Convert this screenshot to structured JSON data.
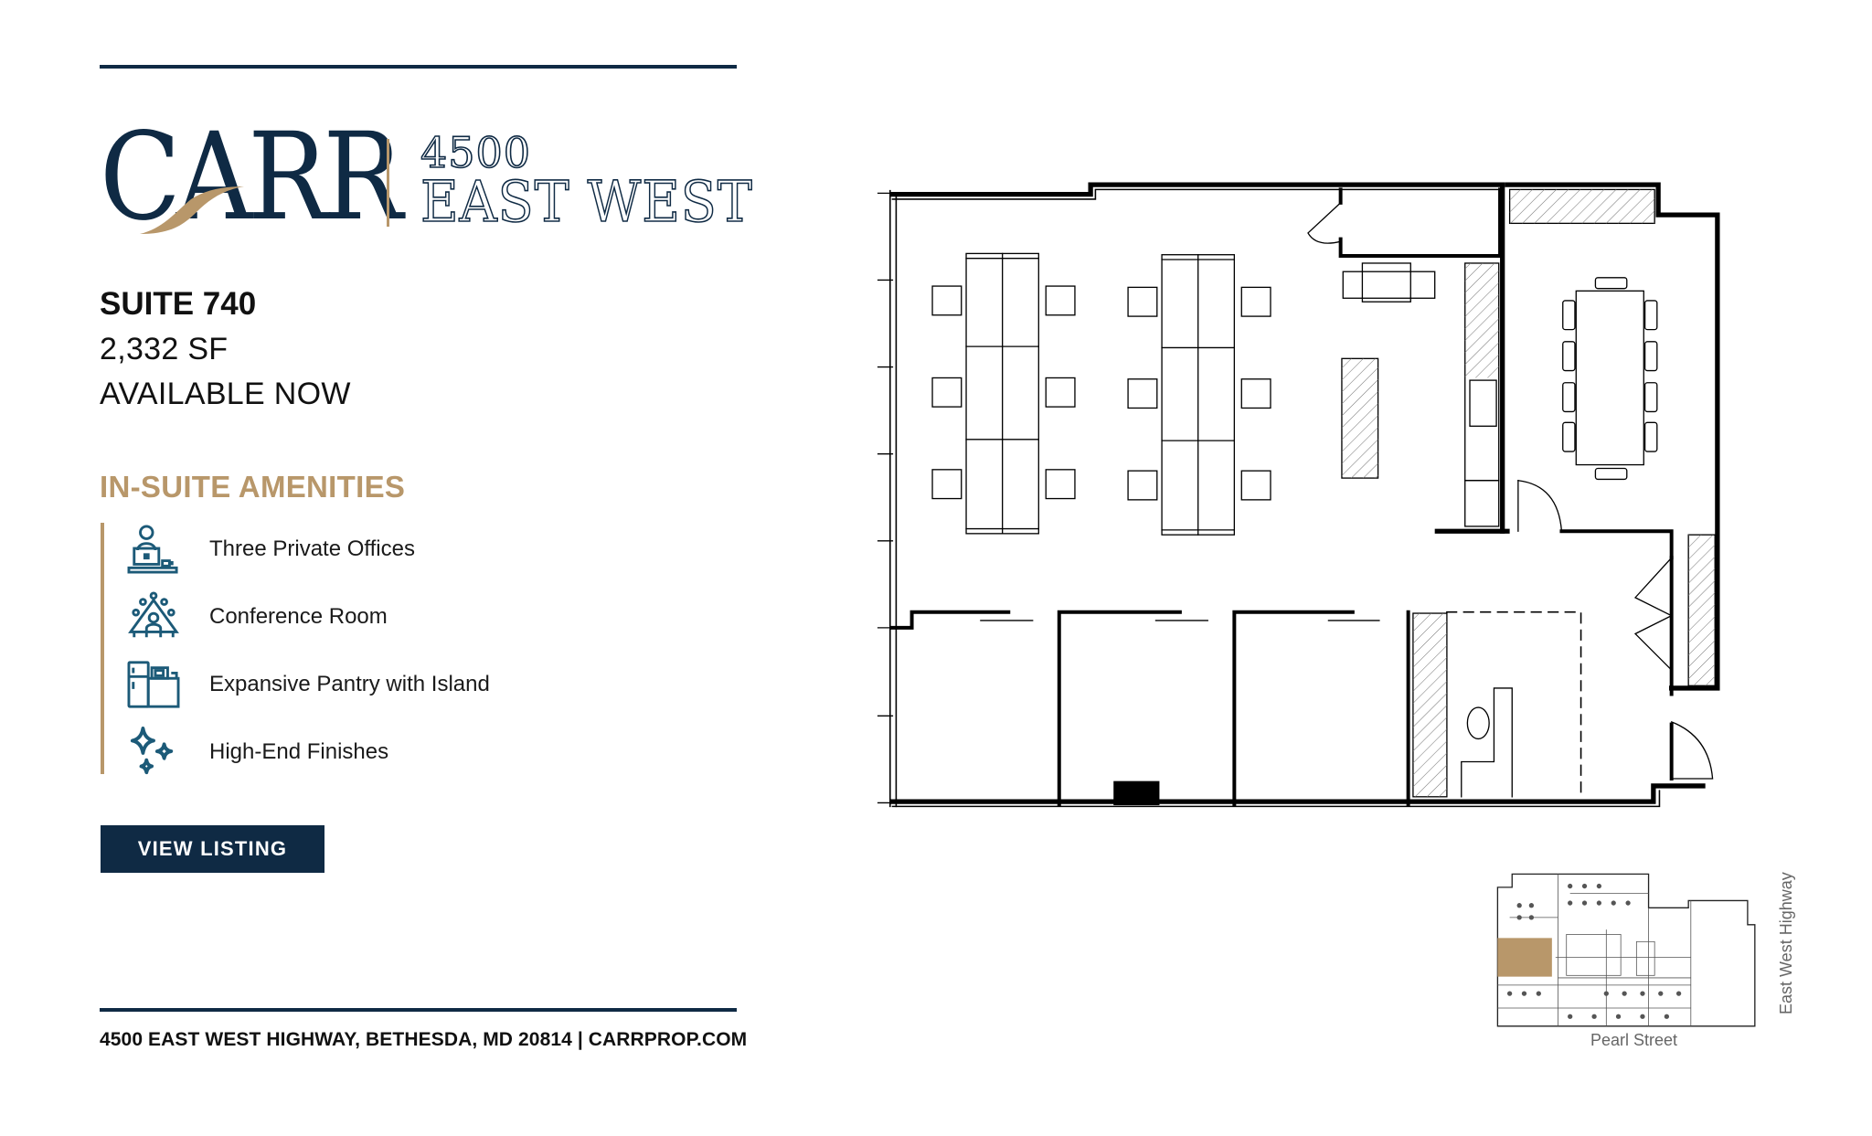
{
  "brand": {
    "logo_text": "CARR",
    "building_number": "4500",
    "building_name": "EAST WEST",
    "colors": {
      "navy": "#0f2a44",
      "gold": "#b8976a",
      "icon_teal": "#1c5a78"
    }
  },
  "suite": {
    "title": "SUITE 740",
    "size": "2,332 SF",
    "availability": "AVAILABLE NOW"
  },
  "amenities": {
    "heading": "IN-SUITE AMENITIES",
    "items": [
      {
        "icon": "private-office-icon",
        "label": "Three Private Offices"
      },
      {
        "icon": "conference-room-icon",
        "label": "Conference Room"
      },
      {
        "icon": "pantry-icon",
        "label": "Expansive Pantry with Island"
      },
      {
        "icon": "sparkle-icon",
        "label": "High-End Finishes"
      }
    ]
  },
  "cta": {
    "label": "VIEW LISTING"
  },
  "footer": {
    "address": "4500 EAST WEST HIGHWAY, BETHESDA, MD 20814 | CARRPROP.COM"
  },
  "floorplan": {
    "rooms": [
      "open-workspace",
      "pantry",
      "conference-room",
      "private-office-1",
      "private-office-2",
      "private-office-3",
      "reception"
    ],
    "workstations": 12,
    "conference_seats": 10
  },
  "keyplan": {
    "street_bottom": "Pearl Street",
    "street_right": "East West Highway",
    "highlight_color": "#b8976a"
  }
}
